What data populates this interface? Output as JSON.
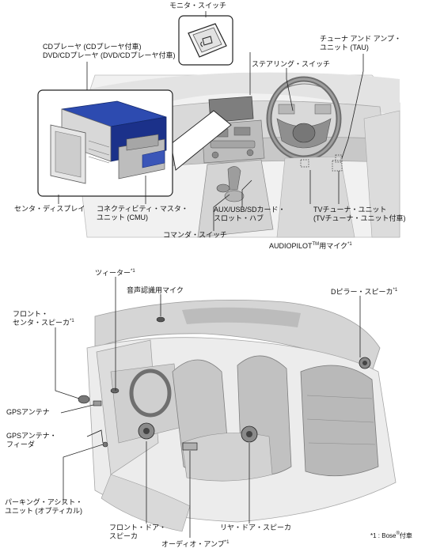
{
  "labels": {
    "monitor_switch": "モニタ・スイッチ",
    "cd_player_1": "CDプレーヤ (CDプレーヤ付車)",
    "cd_player_2": "DVD/CDプレーヤ (DVD/CDプレーヤ付車)",
    "tuner_amp_1": "チューナ アンド アンプ・",
    "tuner_amp_2": "ユニット (TAU)",
    "steering_switch": "ステアリング・スイッチ",
    "center_display": "センタ・ディスプレイ",
    "cmu_1": "コネクティビティ・マスタ・",
    "cmu_2": "ユニット (CMU)",
    "aux_hub_1": "AUX/USB/SDカード・",
    "aux_hub_2": "スロット・ハブ",
    "tv_tuner_1": "TVチューナ・ユニット",
    "tv_tuner_2": "(TVチューナ・ユニット付車)",
    "commander_switch": "コマンダ・スイッチ",
    "audiopilot_main": "AUDIOPILOT",
    "audiopilot_tm": "TM",
    "audiopilot_suffix": "用マイク",
    "footnote_mark": "*1",
    "tweeter": "ツィーター",
    "voice_mic": "音声認識用マイク",
    "d_pillar_speaker": "Dピラー・スピーカ",
    "front_center_speaker_1": "フロント・",
    "front_center_speaker_2": "センタ・スピーカ",
    "gps_antenna": "GPSアンテナ",
    "gps_feeder_1": "GPSアンテナ・",
    "gps_feeder_2": "フィーダ",
    "parking_assist_1": "パーキング・アシスト・",
    "parking_assist_2": "ユニット (オプティカル)",
    "front_door_speaker_1": "フロント・ドア・",
    "front_door_speaker_2": "スピーカ",
    "audio_amp": "オーディオ・アンプ",
    "rear_door_speaker": "リヤ・ドア・スピーカ",
    "footnote_1": "*1 : Bose",
    "footnote_reg": "®",
    "footnote_2": "付車"
  },
  "colors": {
    "line": "#222222",
    "interior_light": "#eeeeee",
    "interior_mid": "#cfcfcf",
    "interior_dark": "#9a9a9a",
    "unit_blue": "#1f3a9e",
    "unit_gray": "#c9c9c9"
  }
}
